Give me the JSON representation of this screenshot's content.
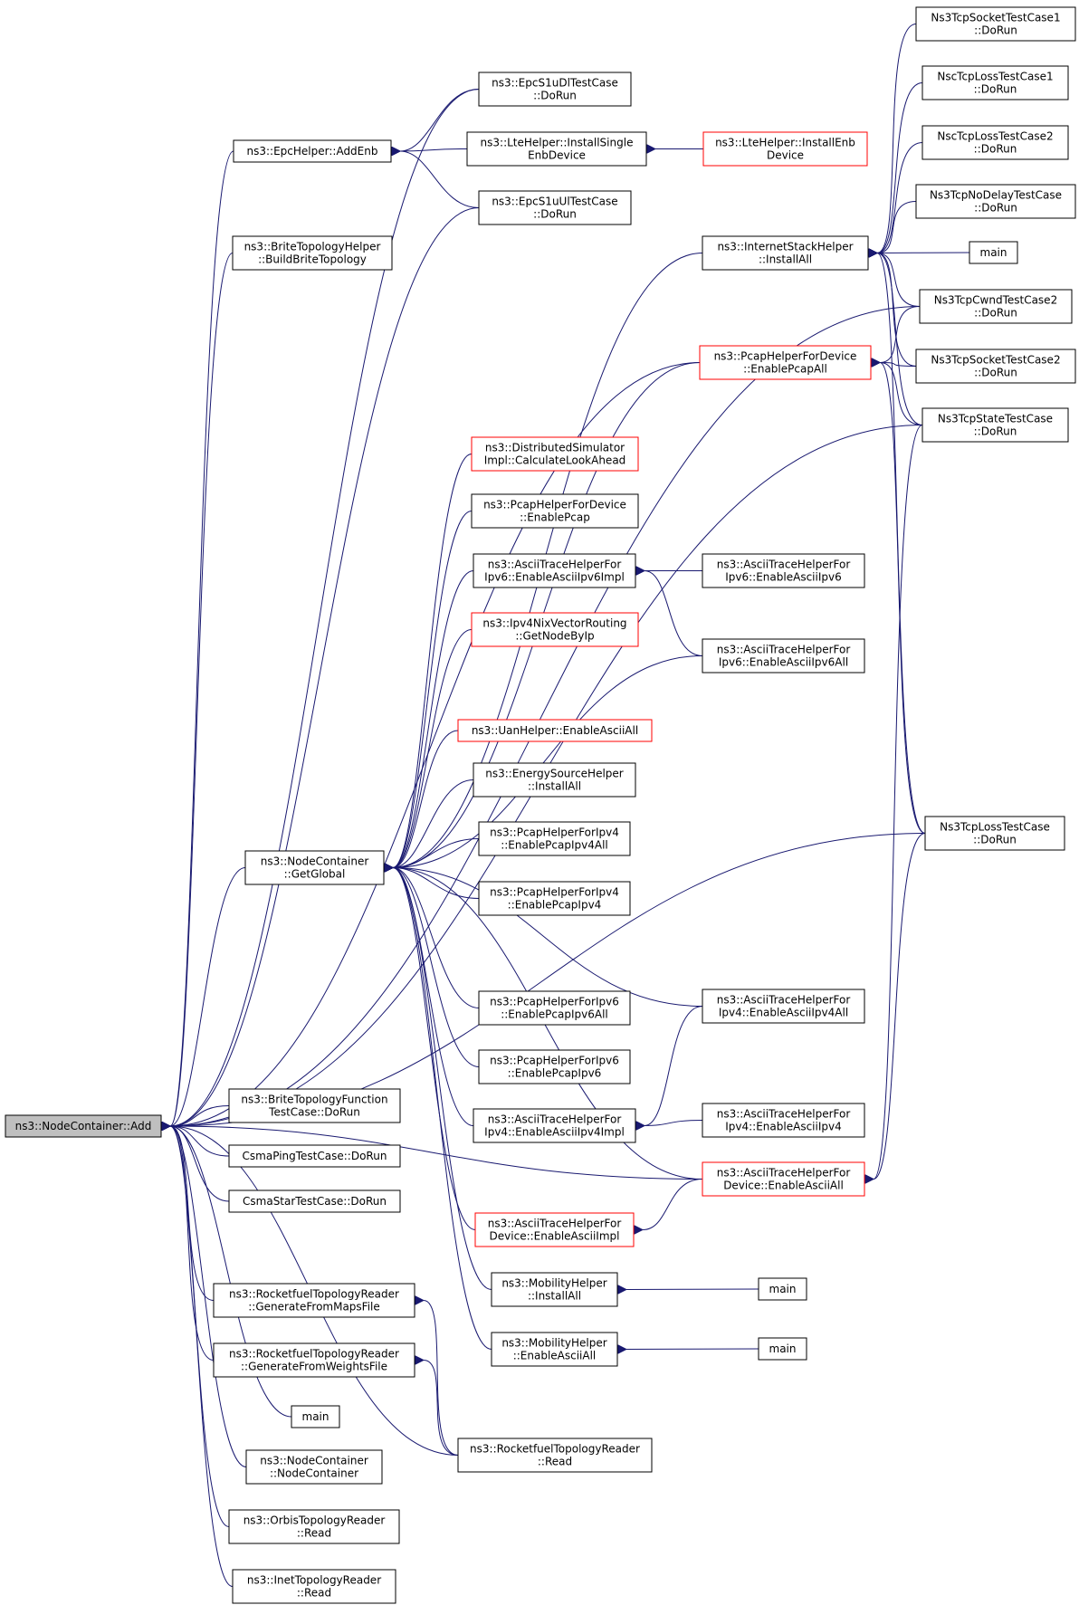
{
  "colors": {
    "edge": "#191970",
    "node_border": "#000000",
    "node_border_truncated": "#ff0000",
    "root_fill": "#bfbfbf",
    "node_fill": "#ffffff",
    "text": "#000000"
  },
  "nodes": [
    {
      "id": "root",
      "lines": [
        "ns3::NodeContainer::Add"
      ],
      "root": true
    },
    {
      "id": "epchelper_addenb",
      "lines": [
        "ns3::EpcHelper::AddEnb"
      ]
    },
    {
      "id": "epcs1udl",
      "lines": [
        "ns3::EpcS1uDlTestCase",
        "::DoRun"
      ]
    },
    {
      "id": "lte_installsingle",
      "lines": [
        "ns3::LteHelper::InstallSingle",
        "EnbDevice"
      ]
    },
    {
      "id": "lte_installenb",
      "lines": [
        "ns3::LteHelper::InstallEnb",
        "Device"
      ],
      "truncated": true
    },
    {
      "id": "epcs1uul",
      "lines": [
        "ns3::EpcS1uUlTestCase",
        "::DoRun"
      ]
    },
    {
      "id": "brite_build",
      "lines": [
        "ns3::BriteTopologyHelper",
        "::BuildBriteTopology"
      ]
    },
    {
      "id": "nc_getglobal",
      "lines": [
        "ns3::NodeContainer",
        "::GetGlobal"
      ]
    },
    {
      "id": "internetstack_installall",
      "lines": [
        "ns3::InternetStackHelper",
        "::InstallAll"
      ]
    },
    {
      "id": "pcapdev_enablepcapall",
      "lines": [
        "ns3::PcapHelperForDevice",
        "::EnablePcapAll"
      ],
      "truncated": true
    },
    {
      "id": "distsim_lookahead",
      "lines": [
        "ns3::DistributedSimulator",
        "Impl::CalculateLookAhead"
      ],
      "truncated": true
    },
    {
      "id": "pcapdev_enablepcap",
      "lines": [
        "ns3::PcapHelperForDevice",
        "::EnablePcap"
      ]
    },
    {
      "id": "ascii6_impl",
      "lines": [
        "ns3::AsciiTraceHelperFor",
        "Ipv6::EnableAsciiIpv6Impl"
      ]
    },
    {
      "id": "nix_getnodebyip",
      "lines": [
        "ns3::Ipv4NixVectorRouting",
        "::GetNodeByIp"
      ],
      "truncated": true
    },
    {
      "id": "uan_enableasciiall",
      "lines": [
        "ns3::UanHelper::EnableAsciiAll"
      ],
      "truncated": true
    },
    {
      "id": "energy_installall",
      "lines": [
        "ns3::EnergySourceHelper",
        "::InstallAll"
      ]
    },
    {
      "id": "pcap4_all",
      "lines": [
        "ns3::PcapHelperForIpv4",
        "::EnablePcapIpv4All"
      ]
    },
    {
      "id": "pcap4",
      "lines": [
        "ns3::PcapHelperForIpv4",
        "::EnablePcapIpv4"
      ]
    },
    {
      "id": "pcap6_all",
      "lines": [
        "ns3::PcapHelperForIpv6",
        "::EnablePcapIpv6All"
      ]
    },
    {
      "id": "pcap6",
      "lines": [
        "ns3::PcapHelperForIpv6",
        "::EnablePcapIpv6"
      ]
    },
    {
      "id": "ascii4_impl",
      "lines": [
        "ns3::AsciiTraceHelperFor",
        "Ipv4::EnableAsciiIpv4Impl"
      ]
    },
    {
      "id": "asciidev_impl",
      "lines": [
        "ns3::AsciiTraceHelperFor",
        "Device::EnableAsciiImpl"
      ],
      "truncated": true
    },
    {
      "id": "mob_installall",
      "lines": [
        "ns3::MobilityHelper",
        "::InstallAll"
      ]
    },
    {
      "id": "mob_enableasciiall",
      "lines": [
        "ns3::MobilityHelper",
        "::EnableAsciiAll"
      ]
    },
    {
      "id": "rocket_read",
      "lines": [
        "ns3::RocketfuelTopologyReader",
        "::Read"
      ]
    },
    {
      "id": "brite_func_test",
      "lines": [
        "ns3::BriteTopologyFunction",
        "TestCase::DoRun"
      ]
    },
    {
      "id": "csmaping",
      "lines": [
        "CsmaPingTestCase::DoRun"
      ]
    },
    {
      "id": "csmastar",
      "lines": [
        "CsmaStarTestCase::DoRun"
      ]
    },
    {
      "id": "rocket_maps",
      "lines": [
        "ns3::RocketfuelTopologyReader",
        "::GenerateFromMapsFile"
      ]
    },
    {
      "id": "rocket_weights",
      "lines": [
        "ns3::RocketfuelTopologyReader",
        "::GenerateFromWeightsFile"
      ]
    },
    {
      "id": "main_left",
      "lines": [
        "main"
      ]
    },
    {
      "id": "nc_ctor",
      "lines": [
        "ns3::NodeContainer",
        "::NodeContainer"
      ]
    },
    {
      "id": "orbis_read",
      "lines": [
        "ns3::OrbisTopologyReader",
        "::Read"
      ]
    },
    {
      "id": "inet_read",
      "lines": [
        "ns3::InetTopologyReader",
        "::Read"
      ]
    },
    {
      "id": "ns3tcpsocket1",
      "lines": [
        "Ns3TcpSocketTestCase1",
        "::DoRun"
      ]
    },
    {
      "id": "nsctcploss1",
      "lines": [
        "NscTcpLossTestCase1",
        "::DoRun"
      ]
    },
    {
      "id": "nsctcploss2",
      "lines": [
        "NscTcpLossTestCase2",
        "::DoRun"
      ]
    },
    {
      "id": "ns3tcpnodelay",
      "lines": [
        "Ns3TcpNoDelayTestCase",
        "::DoRun"
      ]
    },
    {
      "id": "main_right1",
      "lines": [
        "main"
      ]
    },
    {
      "id": "ns3tcpcwnd2",
      "lines": [
        "Ns3TcpCwndTestCase2",
        "::DoRun"
      ]
    },
    {
      "id": "ns3tcpsocket2",
      "lines": [
        "Ns3TcpSocketTestCase2",
        "::DoRun"
      ]
    },
    {
      "id": "ns3tcpstate",
      "lines": [
        "Ns3TcpStateTestCase",
        "::DoRun"
      ]
    },
    {
      "id": "ascii6_enable",
      "lines": [
        "ns3::AsciiTraceHelperFor",
        "Ipv6::EnableAsciiIpv6"
      ]
    },
    {
      "id": "ascii6_all",
      "lines": [
        "ns3::AsciiTraceHelperFor",
        "Ipv6::EnableAsciiIpv6All"
      ]
    },
    {
      "id": "ns3tcploss",
      "lines": [
        "Ns3TcpLossTestCase",
        "::DoRun"
      ]
    },
    {
      "id": "ascii4_all",
      "lines": [
        "ns3::AsciiTraceHelperFor",
        "Ipv4::EnableAsciiIpv4All"
      ]
    },
    {
      "id": "ascii4_enable",
      "lines": [
        "ns3::AsciiTraceHelperFor",
        "Ipv4::EnableAsciiIpv4"
      ]
    },
    {
      "id": "asciidev_all",
      "lines": [
        "ns3::AsciiTraceHelperFor",
        "Device::EnableAsciiAll"
      ],
      "truncated": true
    },
    {
      "id": "main_mob1",
      "lines": [
        "main"
      ]
    },
    {
      "id": "main_mob2",
      "lines": [
        "main"
      ]
    }
  ],
  "edges": [
    [
      "root",
      "epchelper_addenb"
    ],
    [
      "root",
      "epcs1udl"
    ],
    [
      "root",
      "epcs1uul"
    ],
    [
      "root",
      "brite_build"
    ],
    [
      "root",
      "nc_getglobal"
    ],
    [
      "root",
      "pcapdev_enablepcapall"
    ],
    [
      "root",
      "ns3tcpcwnd2"
    ],
    [
      "root",
      "ns3tcpstate"
    ],
    [
      "root",
      "asciidev_all"
    ],
    [
      "root",
      "ns3tcploss"
    ],
    [
      "root",
      "brite_func_test"
    ],
    [
      "root",
      "csmaping"
    ],
    [
      "root",
      "csmastar"
    ],
    [
      "root",
      "rocket_maps"
    ],
    [
      "root",
      "rocket_weights"
    ],
    [
      "root",
      "main_left"
    ],
    [
      "root",
      "nc_ctor"
    ],
    [
      "root",
      "orbis_read"
    ],
    [
      "root",
      "inet_read"
    ],
    [
      "root",
      "rocket_read"
    ],
    [
      "epchelper_addenb",
      "epcs1udl"
    ],
    [
      "epchelper_addenb",
      "lte_installsingle"
    ],
    [
      "epchelper_addenb",
      "epcs1uul"
    ],
    [
      "lte_installsingle",
      "lte_installenb"
    ],
    [
      "nc_getglobal",
      "internetstack_installall"
    ],
    [
      "nc_getglobal",
      "pcapdev_enablepcapall"
    ],
    [
      "nc_getglobal",
      "distsim_lookahead"
    ],
    [
      "nc_getglobal",
      "pcapdev_enablepcap"
    ],
    [
      "nc_getglobal",
      "ascii6_impl"
    ],
    [
      "nc_getglobal",
      "nix_getnodebyip"
    ],
    [
      "nc_getglobal",
      "ascii6_all"
    ],
    [
      "nc_getglobal",
      "uan_enableasciiall"
    ],
    [
      "nc_getglobal",
      "energy_installall"
    ],
    [
      "nc_getglobal",
      "pcap4_all"
    ],
    [
      "nc_getglobal",
      "pcap4"
    ],
    [
      "nc_getglobal",
      "ascii4_all"
    ],
    [
      "nc_getglobal",
      "pcap6_all"
    ],
    [
      "nc_getglobal",
      "pcap6"
    ],
    [
      "nc_getglobal",
      "ascii4_impl"
    ],
    [
      "nc_getglobal",
      "asciidev_all"
    ],
    [
      "nc_getglobal",
      "asciidev_impl"
    ],
    [
      "nc_getglobal",
      "mob_installall"
    ],
    [
      "nc_getglobal",
      "mob_enableasciiall"
    ],
    [
      "internetstack_installall",
      "ns3tcpsocket1"
    ],
    [
      "internetstack_installall",
      "nsctcploss1"
    ],
    [
      "internetstack_installall",
      "nsctcploss2"
    ],
    [
      "internetstack_installall",
      "ns3tcpnodelay"
    ],
    [
      "internetstack_installall",
      "main_right1"
    ],
    [
      "internetstack_installall",
      "ns3tcpcwnd2"
    ],
    [
      "internetstack_installall",
      "ns3tcpsocket2"
    ],
    [
      "internetstack_installall",
      "ns3tcpstate"
    ],
    [
      "internetstack_installall",
      "ns3tcploss"
    ],
    [
      "pcapdev_enablepcapall",
      "ns3tcpcwnd2"
    ],
    [
      "pcapdev_enablepcapall",
      "ns3tcpsocket2"
    ],
    [
      "pcapdev_enablepcapall",
      "ns3tcpstate"
    ],
    [
      "pcapdev_enablepcapall",
      "ns3tcploss"
    ],
    [
      "ascii6_impl",
      "ascii6_enable"
    ],
    [
      "ascii6_impl",
      "ascii6_all"
    ],
    [
      "ascii4_impl",
      "ascii4_all"
    ],
    [
      "ascii4_impl",
      "ascii4_enable"
    ],
    [
      "asciidev_impl",
      "asciidev_all"
    ],
    [
      "asciidev_all",
      "ns3tcpstate"
    ],
    [
      "asciidev_all",
      "ns3tcploss"
    ],
    [
      "mob_installall",
      "main_mob1"
    ],
    [
      "mob_enableasciiall",
      "main_mob2"
    ],
    [
      "rocket_maps",
      "rocket_read"
    ],
    [
      "rocket_weights",
      "rocket_read"
    ]
  ]
}
